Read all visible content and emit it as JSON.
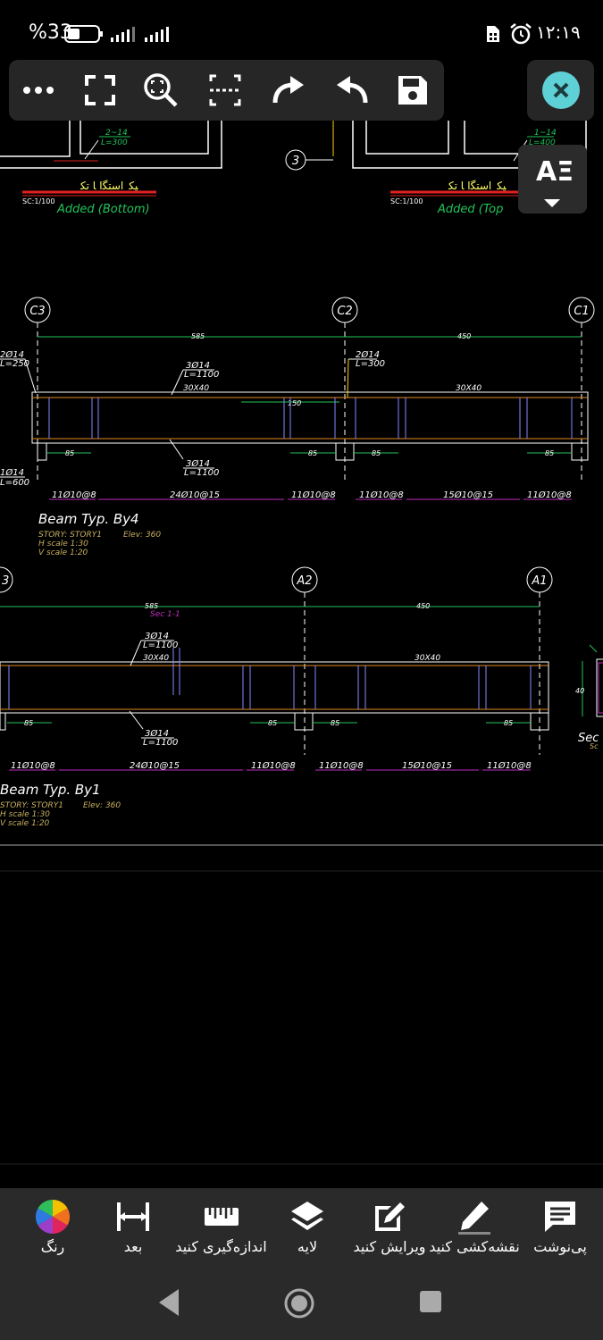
{
  "status_bar": {
    "battery": "%33",
    "time": "۱۲:۱۹"
  },
  "toolbar": {
    "buttons": [
      {
        "name": "more-icon"
      },
      {
        "name": "fullscreen-icon"
      },
      {
        "name": "zoom-extents-icon"
      },
      {
        "name": "crop-region-icon"
      },
      {
        "name": "redo-icon"
      },
      {
        "name": "undo-icon"
      },
      {
        "name": "save-icon"
      }
    ]
  },
  "text_style_button": {
    "label": "AΞ"
  },
  "drawing": {
    "top_left": {
      "rebar": "2~14",
      "length": "L=300",
      "title": "ﭙﻜ_ﺍﺳﺘﮕﺍ ﺎ ﺗﻜ",
      "scale": "SC:1/100",
      "caption": "Added   (Bottom)"
    },
    "top_right": {
      "rebar": "1~14",
      "length": "L=400",
      "title": "ﭙﻜ_ﺍﺳﺘﮕﺍ ﺎ ﺗﻜ",
      "scale": "SC:1/100",
      "caption": "Added   (Top"
    },
    "axis_3_top": "3",
    "beam1": {
      "axes": [
        "C3",
        "C2",
        "C1"
      ],
      "spans": [
        "585",
        "450"
      ],
      "rebars": {
        "left_top": [
          "2Ø14",
          "L=250"
        ],
        "mid_top": [
          "2Ø14",
          "L=300"
        ],
        "top_bar": [
          "3Ø14",
          "L=1100"
        ],
        "bottom_bar": [
          "3Ø14",
          "L=1100"
        ],
        "left_bottom": [
          "1Ø14",
          "L=600"
        ]
      },
      "sections": [
        "30X40",
        "30X40"
      ],
      "dim_150": "150",
      "dims_85": [
        "85",
        "85",
        "85",
        "85"
      ],
      "stirrups": [
        "11Ø10@8",
        "24Ø10@15",
        "11Ø10@8",
        "11Ø10@8",
        "15Ø10@15",
        "11Ø10@8"
      ],
      "title": "Beam  Typ.  By4",
      "story": "STORY:  STORY1",
      "elev": "Elev:  360",
      "hscale": "H  scale  1:30",
      "vscale": "V  scale  1:20"
    },
    "beam2": {
      "axes": [
        "3",
        "A2",
        "A1"
      ],
      "spans": [
        "585",
        "450"
      ],
      "sec_label": "Sec  1-1",
      "rebars": {
        "top_bar": [
          "3Ø14",
          "L=1100"
        ],
        "bottom_bar": [
          "3Ø14",
          "L=1100"
        ]
      },
      "sections": [
        "30X40",
        "30X40"
      ],
      "dims_85": [
        "85",
        "85",
        "85",
        "85"
      ],
      "stirrups": [
        "11Ø10@8",
        "24Ø10@15",
        "11Ø10@8",
        "11Ø10@8",
        "15Ø10@15",
        "11Ø10@8"
      ],
      "title": "Beam  Typ.  By1",
      "story": "STORY:  STORY1",
      "elev": "Elev:  360",
      "hscale": "H  scale  1:30",
      "vscale": "V  scale  1:20"
    },
    "section_detail": {
      "label": "Sec",
      "sub": "Sc",
      "dim": "40"
    }
  },
  "bottom_bar": {
    "items": [
      {
        "name": "color",
        "label": "رنگ"
      },
      {
        "name": "dimension",
        "label": "بعد"
      },
      {
        "name": "measure",
        "label": "اندازه‌گیری کنید"
      },
      {
        "name": "layer",
        "label": "لایه"
      },
      {
        "name": "edit",
        "label": "ویرایش کنید"
      },
      {
        "name": "draw",
        "label": "نقشه‌کشی کنید"
      },
      {
        "name": "note",
        "label": "پی‌نوشت"
      }
    ]
  },
  "colors": {
    "accent_close": "#5ed1d6",
    "cad_green": "#22c35a",
    "cad_yellow": "#ffff66",
    "cad_white": "#ffffff",
    "cad_red": "#e02020",
    "cad_magenta": "#c02cc0",
    "cad_orange": "#e08a20"
  }
}
